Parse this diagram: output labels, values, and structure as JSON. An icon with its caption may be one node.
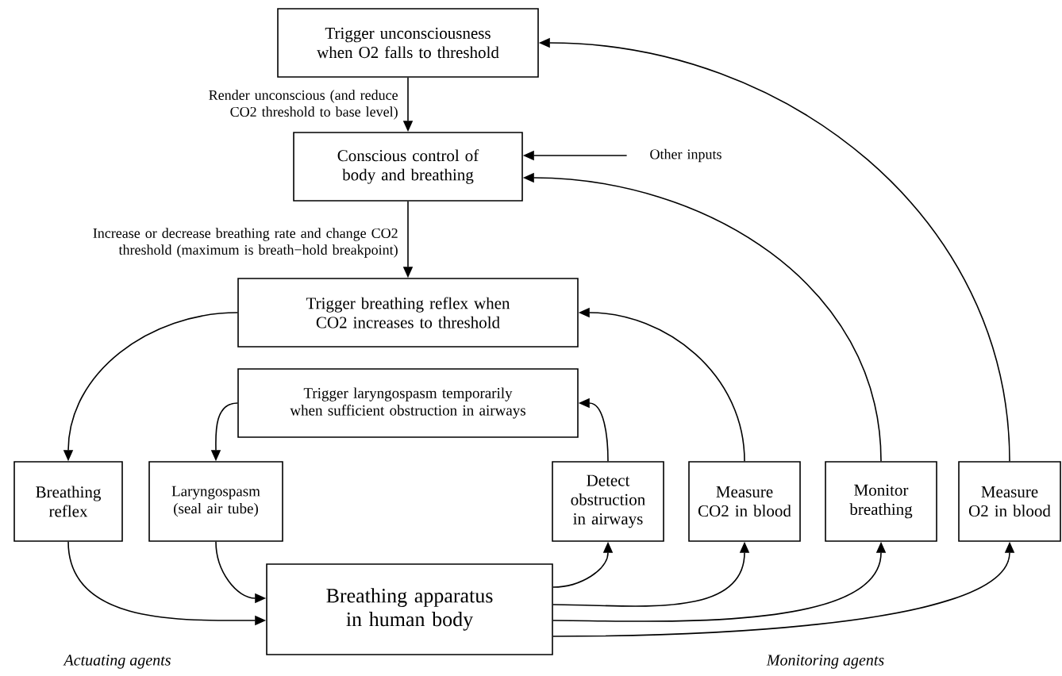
{
  "diagram": {
    "nodes": [
      {
        "text": [
          "Trigger unconsciousness when O2 falls to threshold"
        ]
      },
      {
        "text": [
          "Conscious control of body and breathing"
        ]
      },
      {
        "text": [
          "Trigger breathing reflex when CO2 increases to threshold"
        ]
      },
      {
        "text": [
          "Trigger laryngospasm temporarily when sufficient obstruction in airways"
        ]
      },
      {
        "text": [
          "Breathing reflex"
        ]
      },
      {
        "text": [
          "Laryngospasm (seal air tube)"
        ]
      },
      {
        "text": [
          "Detect obstruction in airways"
        ]
      },
      {
        "text": [
          "Measure CO2 in blood"
        ]
      },
      {
        "text": [
          "Monitor breathing"
        ]
      },
      {
        "text": [
          "Measure O2 in blood"
        ]
      },
      {
        "text": [
          "Breathing apparatus in human body"
        ]
      },
      {
        "text": [
          "Other inputs"
        ]
      }
    ],
    "edges": [
      {
        "from": 0,
        "to": 1,
        "arrow": "to",
        "label": "Render unconscious (and reduce CO2 threshold to base level)"
      },
      {
        "from": 1,
        "to": 2,
        "arrow": "to",
        "label": "Increase or decrease breathing rate and change CO2 threshold (maximum is breath−hold breakpoint)"
      },
      {
        "from": 11,
        "to": 1,
        "arrow": "to"
      },
      {
        "from": 2,
        "to": 4,
        "arrow": "to"
      },
      {
        "from": 3,
        "to": 5,
        "arrow": "to"
      },
      {
        "from": 4,
        "to": 10,
        "arrow": "to"
      },
      {
        "from": 5,
        "to": 10,
        "arrow": "to"
      },
      {
        "from": 10,
        "to": 6,
        "arrow": "to"
      },
      {
        "from": 10,
        "to": 7,
        "arrow": "to"
      },
      {
        "from": 10,
        "to": 8,
        "arrow": "to"
      },
      {
        "from": 10,
        "to": 9,
        "arrow": "to"
      },
      {
        "from": 6,
        "to": 3,
        "arrow": "to"
      },
      {
        "from": 7,
        "to": 2,
        "arrow": "to"
      },
      {
        "from": 8,
        "to": 1,
        "arrow": "to"
      },
      {
        "from": 9,
        "to": 0,
        "arrow": "to"
      }
    ],
    "labels": [
      "Actuating agents",
      "Monitoring agents"
    ]
  }
}
